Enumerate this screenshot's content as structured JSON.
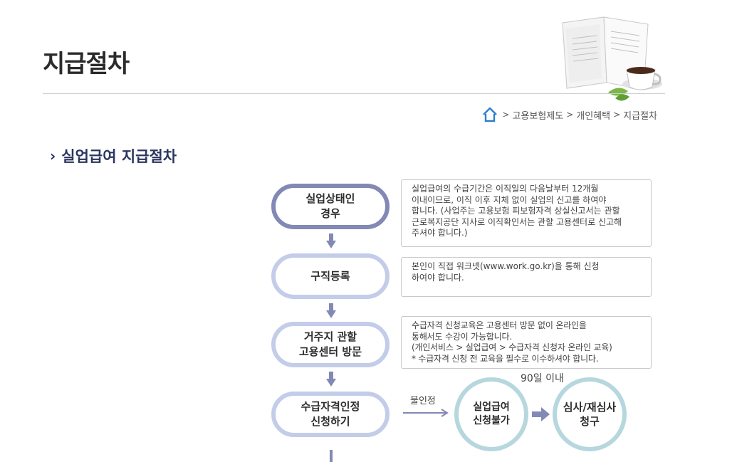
{
  "page": {
    "title": "지급절차"
  },
  "breadcrumb": {
    "items": [
      "고용보험제도",
      "개인혜택",
      "지급절차"
    ]
  },
  "section": {
    "title": "실업급여 지급절차"
  },
  "flow": {
    "steps": [
      {
        "label": "실업상태인\n경우",
        "desc": "실업급여의 수급기간은 이직일의 다음날부터 12개월\n이내이므로, 이직 이후 지체 없이 실업의 신고를 하여야\n합니다. (사업주는 고용보험 피보험자격 상실신고서는 관할\n근로복지공단 지사로 이직확인서는 관할 고용센터로 신고해\n주셔야 합니다.)"
      },
      {
        "label": "구직등록",
        "desc": "본인이 직접 워크넷(www.work.go.kr)을 통해 신청\n하여야 합니다."
      },
      {
        "label": "거주지 관할\n고용센터 방문",
        "desc": "수급자격 신청교육은 고용센터 방문 없이 온라인을\n통해서도 수강이 가능합니다.\n(개인서비스 > 실업급여 > 수급자격 신청자 온라인 교육)\n* 수급자격 신청 전 교육을 필수로 이수하셔야 합니다."
      },
      {
        "label": "수급자격인정\n신청하기"
      }
    ],
    "branch": {
      "arrow_label": "불인정",
      "circle1": "실업급여\n신청불가",
      "period_label": "90일 이내",
      "circle2": "심사/재심사\n청구"
    }
  },
  "icons": {
    "home": "home-icon",
    "chevron": "chevron-right-icon",
    "decoration": "book-coffee-illustration"
  },
  "colors": {
    "step_dark": "#8389b5",
    "step_light": "#c3cde9",
    "arrow": "#8389b5",
    "circle": "#b6d7de",
    "home": "#2b7fd1",
    "section_title": "#2a3560"
  }
}
